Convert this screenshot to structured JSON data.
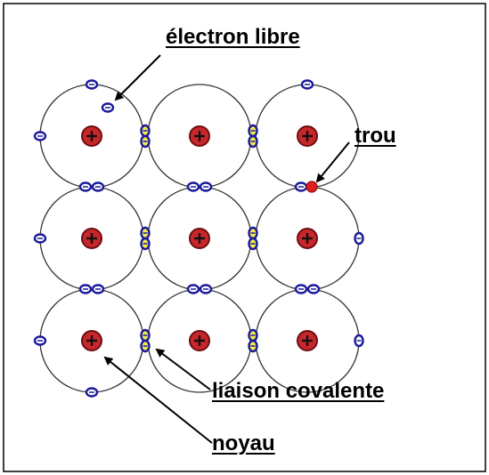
{
  "labels": {
    "free_electron": "électron libre",
    "hole": "trou",
    "covalent_bond": "liaison covalente",
    "nucleus": "noyau"
  },
  "colors": {
    "nucleus_fill": "#c8262a",
    "nucleus_stroke": "#6b0f12",
    "electron_stroke": "#1a1a9c",
    "electron_fill": "#ffffff",
    "bond_fill": "#f1ea4e",
    "hole_fill": "#e02020",
    "orbit_stroke": "#333333"
  }
}
